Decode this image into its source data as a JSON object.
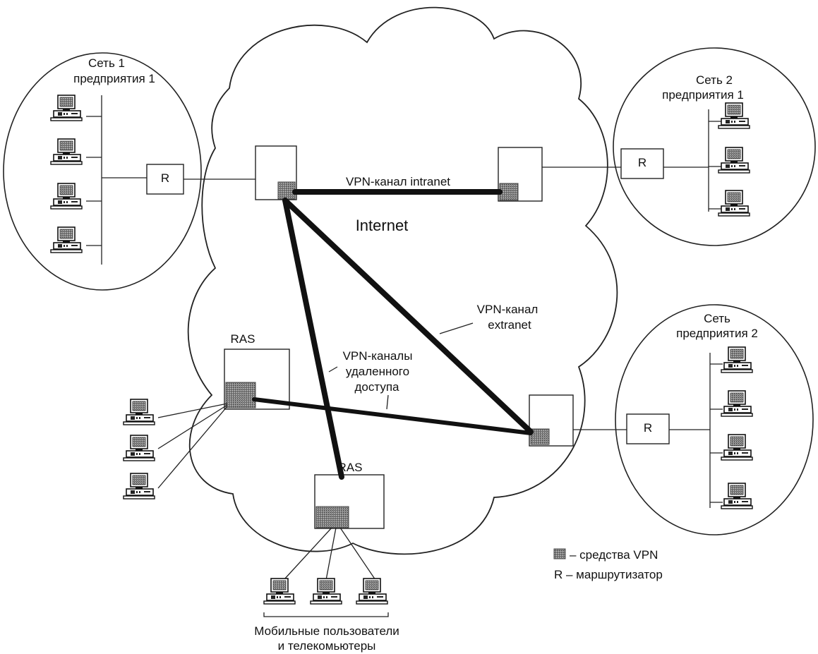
{
  "labels": {
    "net1_line1": "Сеть 1",
    "net1_line2": "предприятия 1",
    "net2_line1": "Сеть 2",
    "net2_line2": "предприятия 1",
    "net3_line1": "Сеть",
    "net3_line2": "предприятия 2",
    "router": "R",
    "intranet": "VPN-канал intranet",
    "internet": "Internet",
    "extranet_line1": "VPN-канал",
    "extranet_line2": "extranet",
    "ras": "RAS",
    "remote_line1": "VPN-каналы",
    "remote_line2": "удаленного",
    "remote_line3": "доступа",
    "mobile_line1": "Мобильные пользователи",
    "mobile_line2": "и телекомьютеры"
  },
  "legend": {
    "vpn_tools": "– средства VPN",
    "router": "R – маршрутизатор"
  }
}
